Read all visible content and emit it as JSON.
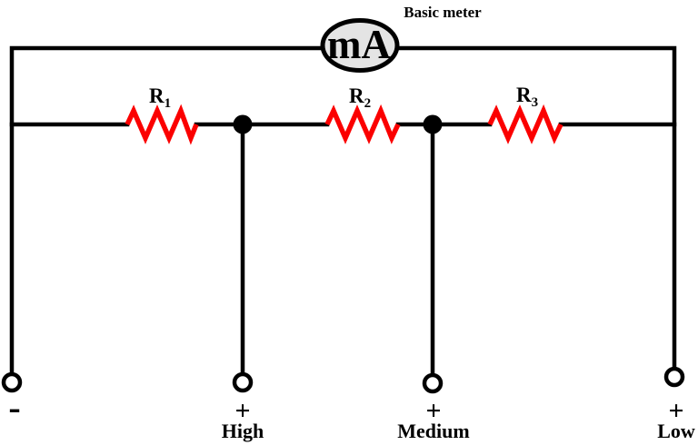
{
  "diagram": {
    "title": "Basic meter",
    "meter": {
      "reading_unit": "mA",
      "caption": "Basic meter"
    },
    "resistors": [
      {
        "name": "R",
        "sub": "1"
      },
      {
        "name": "R",
        "sub": "2"
      },
      {
        "name": "R",
        "sub": "3"
      }
    ],
    "terminals": [
      {
        "polarity": "-",
        "label": ""
      },
      {
        "polarity": "+",
        "label": "High"
      },
      {
        "polarity": "+",
        "label": "Medium"
      },
      {
        "polarity": "+",
        "label": "Low"
      }
    ],
    "colors": {
      "wire": "#000000",
      "resistor": "#fb0000",
      "meter_fill": "#e4e4e4",
      "background": "#ffffff"
    }
  }
}
